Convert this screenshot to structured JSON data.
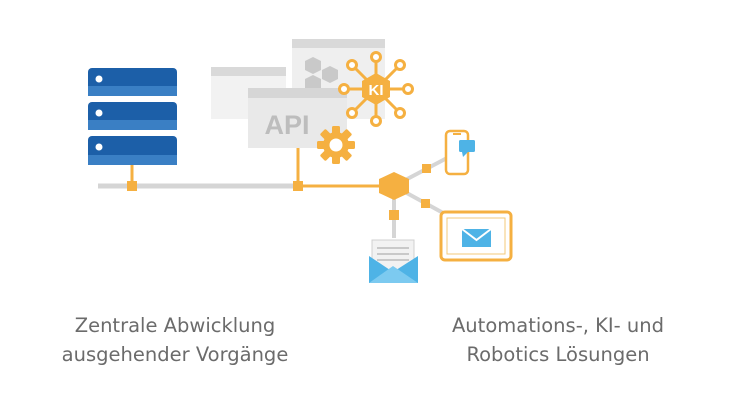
{
  "diagram": {
    "api_label": "API",
    "ki_label": "KI",
    "captions": {
      "left": {
        "line1": "Zentrale Abwicklung",
        "line2": "ausgehender Vorgänge"
      },
      "right": {
        "line1": "Automations-, KI- und",
        "line2": "Robotics Lösungen"
      }
    },
    "colors": {
      "server_blue": "#1c5fa8",
      "server_light": "#3a7fc4",
      "accent_orange": "#f5b041",
      "orange_stroke": "#eea638",
      "line_gray": "#d5d5d5",
      "panel_gray": "#e9e9e9",
      "hex_gray": "#c9c9c9",
      "mail_blue": "#4eb3e6",
      "text_gray": "#6b6b6b"
    },
    "icons": [
      "server-icon",
      "api-window-icon",
      "ki-hub-icon",
      "gear-icon",
      "hub-node-icon",
      "smartphone-icon",
      "chat-bubble-icon",
      "tablet-icon",
      "mail-icon",
      "envelope-icon"
    ]
  }
}
